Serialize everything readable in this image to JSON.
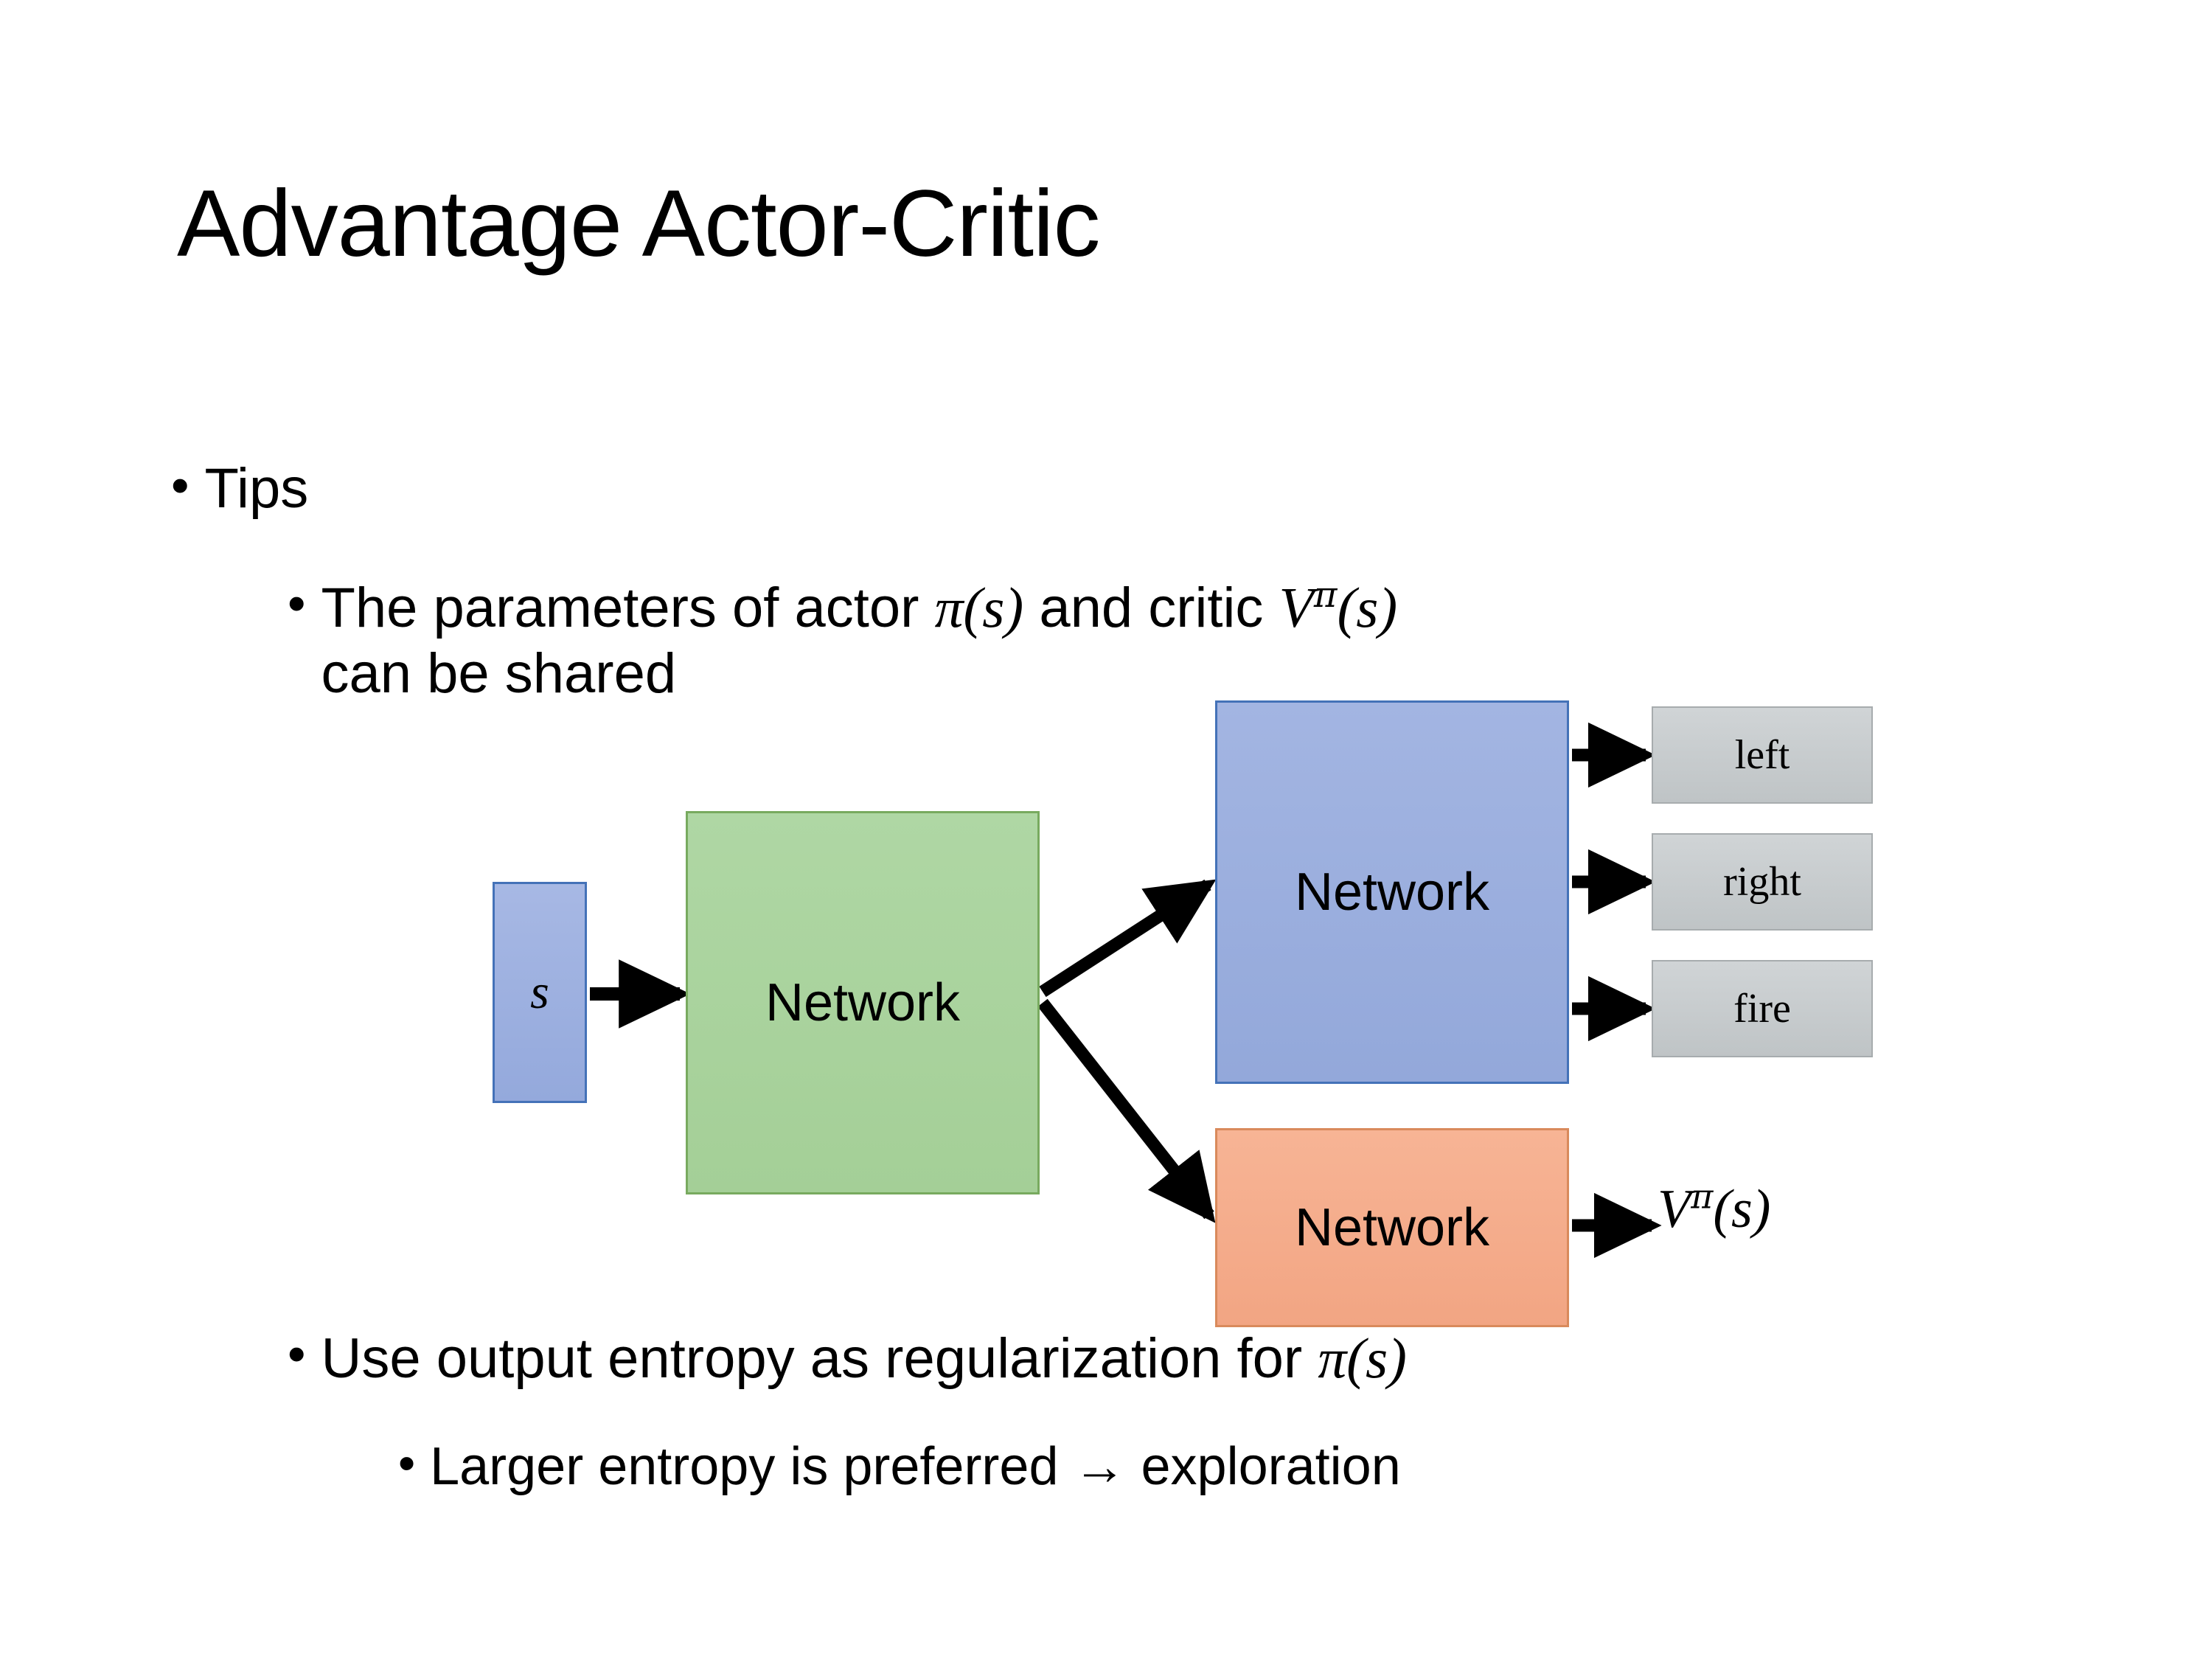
{
  "slide": {
    "title": "Advantage Actor-Critic",
    "background_color": "#FFFFFF"
  },
  "bullets": {
    "tips": {
      "marker": "•",
      "text": "Tips"
    },
    "shared": {
      "marker": "•",
      "line1_prefix": "The parameters of actor ",
      "actor_symbol": "π(s)",
      "line1_middle": "  and critic ",
      "critic_symbol": "V",
      "critic_superscript": "π",
      "critic_arg": "(s)",
      "line2": "can be shared"
    },
    "entropy": {
      "marker": "•",
      "text_prefix": "Use output entropy as regularization for ",
      "symbol": "π(s)"
    },
    "exploration": {
      "marker": "•",
      "text": "Larger entropy is preferred → exploration"
    }
  },
  "diagram": {
    "state_box": {
      "label": "s",
      "fill": "#9AAEDE",
      "border": "#4472B8"
    },
    "shared_network": {
      "label": "Network",
      "fill": "#A9D39E",
      "border": "#78AA5F"
    },
    "actor_network": {
      "label": "Network",
      "fill": "#9AAEDE",
      "border": "#4472B8"
    },
    "critic_network": {
      "label": "Network",
      "fill": "#F4AE8C",
      "border": "#D98A5C"
    },
    "actions": [
      {
        "label": "left"
      },
      {
        "label": "right"
      },
      {
        "label": "fire"
      }
    ],
    "critic_output": {
      "symbol": "V",
      "superscript": "π",
      "arg": "(s)"
    },
    "arrow_color": "#000000"
  }
}
